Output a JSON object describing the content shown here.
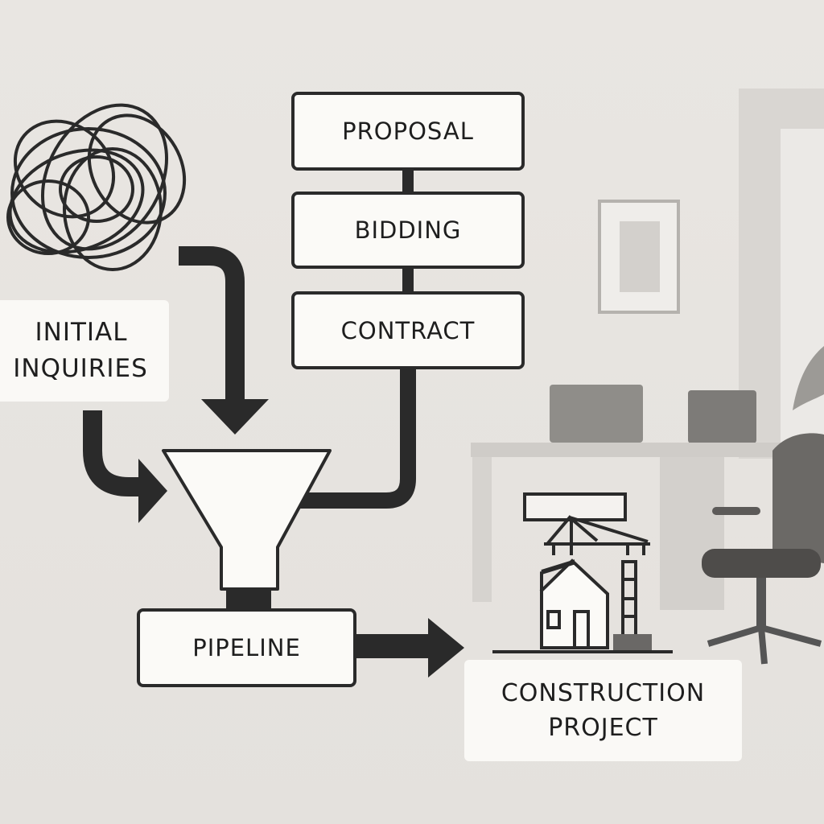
{
  "stages": {
    "proposal": "PROPOSAL",
    "bidding": "BIDDING",
    "contract": "CONTRACT",
    "pipeline": "PIPELINE"
  },
  "initial": {
    "line1": "INITIAL",
    "line2": "INQUIRIES"
  },
  "project": {
    "line1": "CONSTRUCTION",
    "line2": "PROJECT"
  },
  "colors": {
    "ink": "#2a2a2a",
    "background": "#e7e4e0",
    "box": "#fbfaf7"
  }
}
